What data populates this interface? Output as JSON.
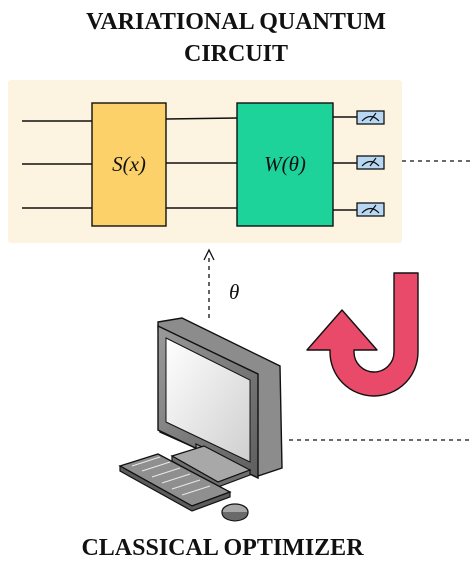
{
  "titles": {
    "top_line1": "VARIATIONAL QUANTUM",
    "top_line2": "CIRCUIT",
    "bottom": "CLASSICAL OPTIMIZER"
  },
  "circuit": {
    "encoding_gate_label": "S(x)",
    "variational_gate_label": "W(θ)",
    "qubit_count": 3,
    "measurement_count": 3
  },
  "parameter_label": "θ",
  "colors": {
    "circuit_background": "#fcf3e1",
    "encoding_gate": "#fcd16a",
    "variational_gate": "#1ed39a",
    "meter_fill": "#b7d7f2",
    "loop_arrow": "#e94a6a",
    "wire": "#111111"
  },
  "icons": {
    "computer": "desktop-computer-icon",
    "meter": "measurement-meter-icon",
    "loop": "feedback-loop-arrow-icon"
  }
}
